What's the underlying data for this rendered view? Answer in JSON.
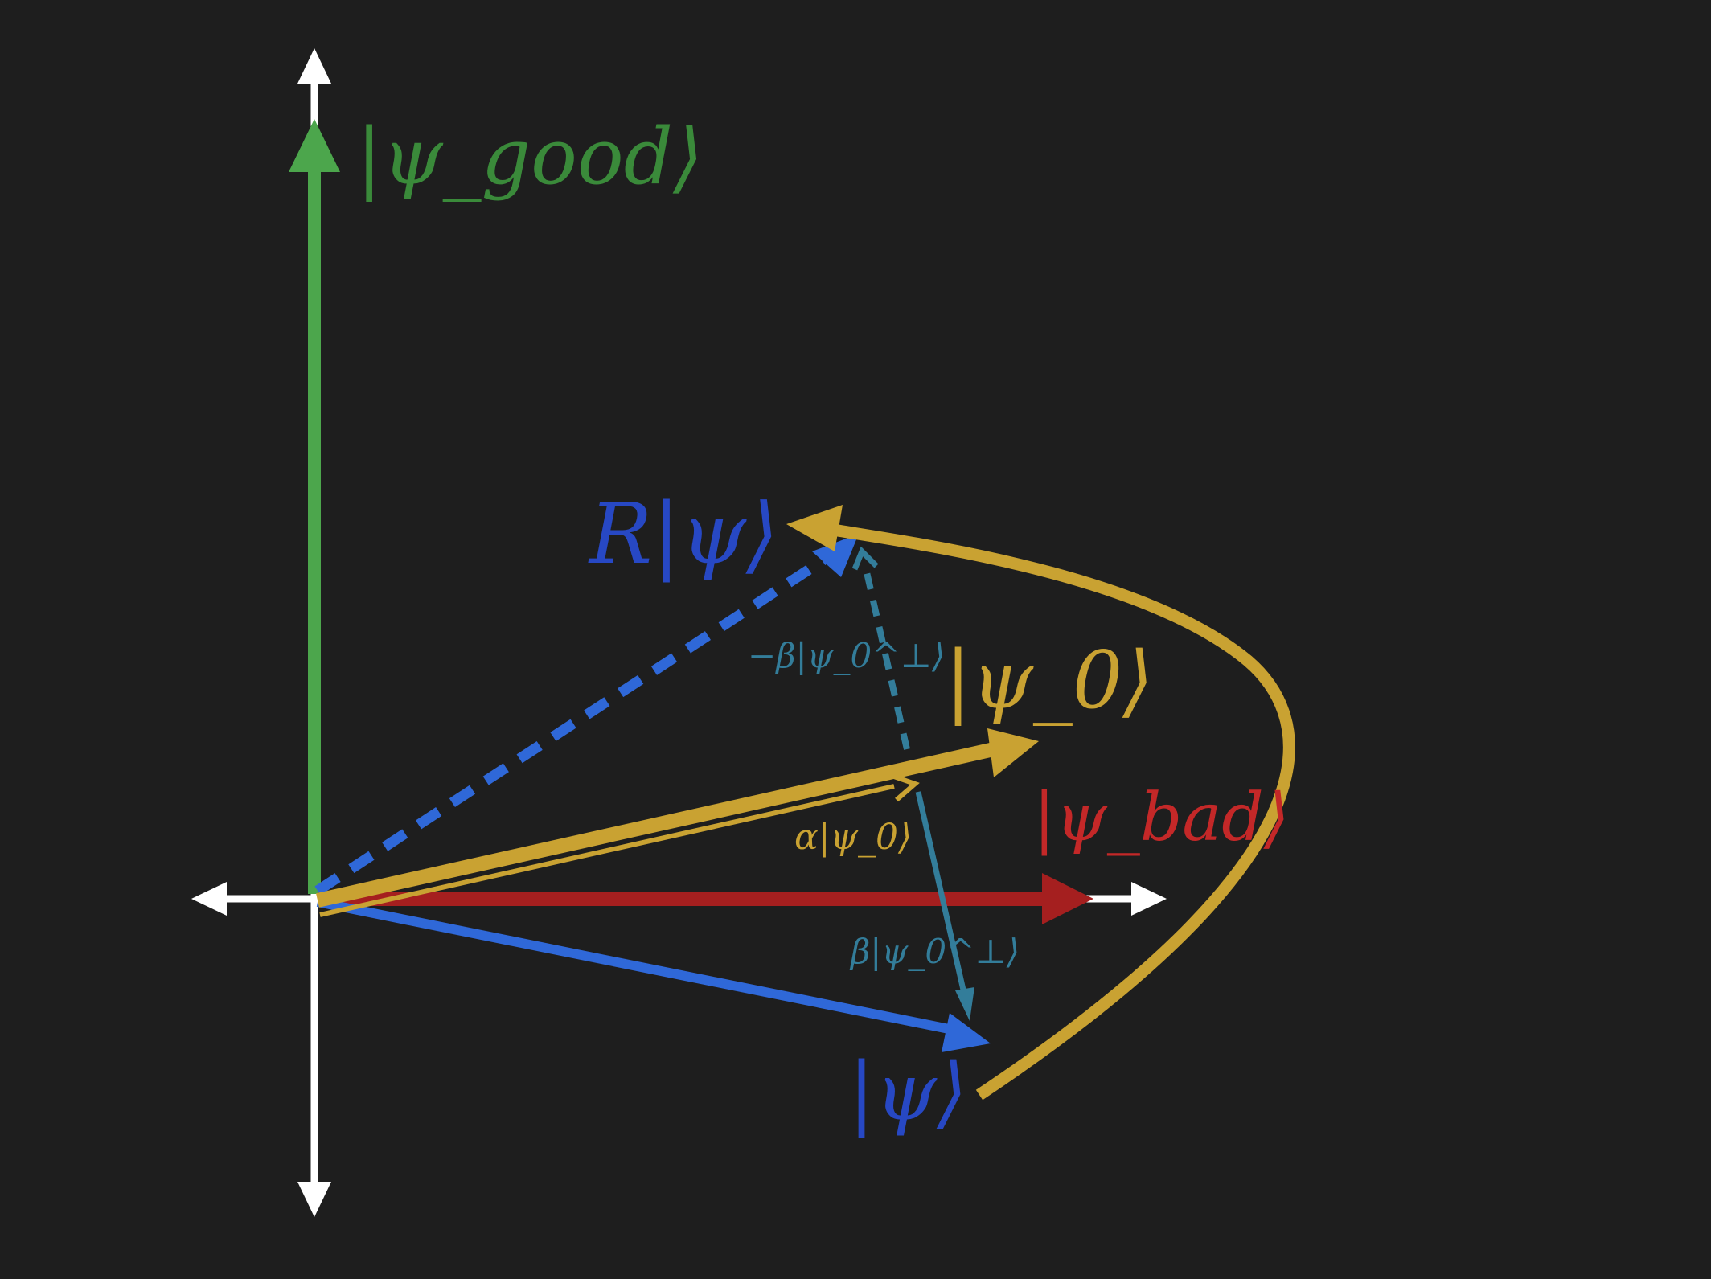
{
  "colors": {
    "background": "#1e1e1e",
    "axes": "#ffffff",
    "good": "#4ca64c",
    "good_label": "#3a8a3a",
    "bad": "#a51f1f",
    "bad_label": "#c42828",
    "psi0": "#c9a232",
    "psi": "#2f68d8",
    "psi_label": "#2748c4",
    "perp": "#337d9a"
  },
  "labels": {
    "psi_good": "|ψ_good⟩",
    "psi_bad": "|ψ_bad⟩",
    "psi_0": "|ψ_0⟩",
    "psi": "|ψ⟩",
    "r_psi": "R|ψ⟩",
    "alpha_psi0": "α|ψ_0⟩",
    "beta_perp": "β|ψ_0^⊥⟩",
    "neg_beta_perp": "−β|ψ_0^⊥⟩"
  }
}
